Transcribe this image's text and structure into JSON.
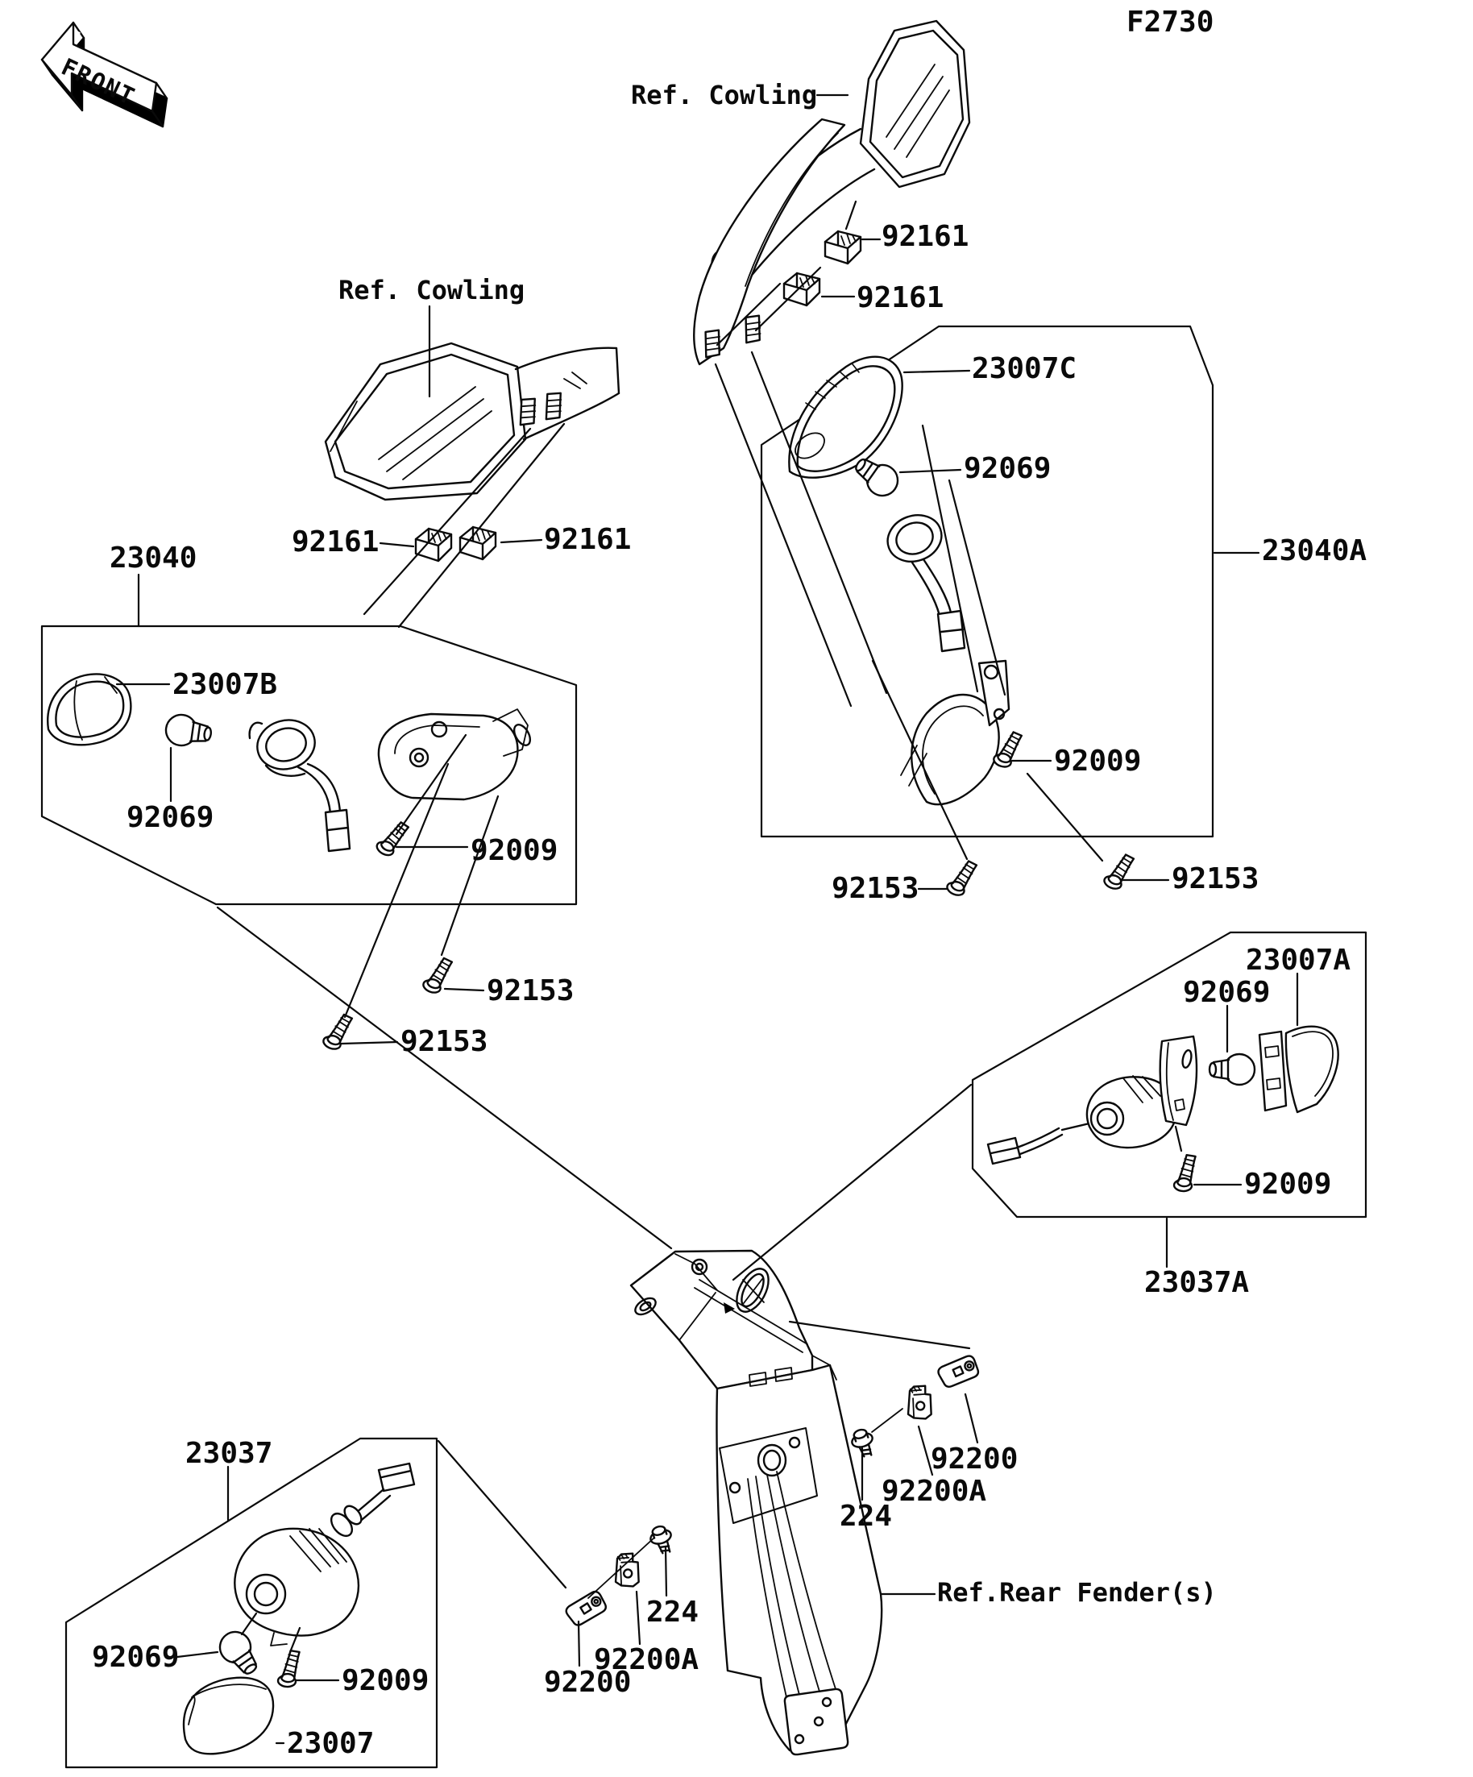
{
  "figure": {
    "code": "F2730",
    "front_arrow": "FRONT"
  },
  "refs": {
    "cowling": "Ref. Cowling",
    "rear_fender": "Ref.Rear Fender(s)"
  },
  "parts": {
    "front_signal_assy_left": "23040",
    "front_signal_assy_right": "23040A",
    "rear_signal_assy_left": "23037",
    "rear_signal_assy_right": "23037A",
    "lens_front_left": "23007B",
    "lens_front_right": "23007C",
    "lens_rear_left": "23007",
    "lens_rear_right": "23007A",
    "bulb": "92069",
    "damper_clip": "92161",
    "screw": "92009",
    "screw_tapping": "92153",
    "plate": "92200",
    "bracket": "92200A",
    "bolt": "224"
  }
}
